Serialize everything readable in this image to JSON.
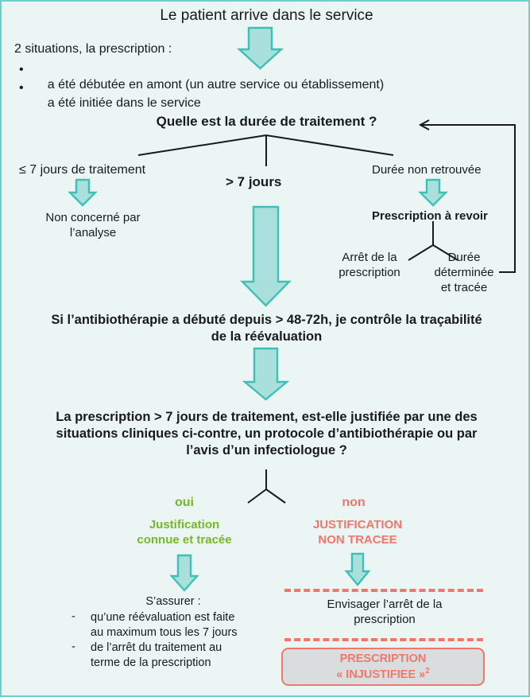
{
  "title": "Le patient arrive dans le service",
  "intro": {
    "lead": "2 situations, la prescription :",
    "bullets": [
      "a été débutée en amont (un autre service ou établissement)",
      "a été initiée dans le service"
    ],
    "bullet_glyph": "•"
  },
  "question_1": "Quelle est la durée de traitement ?",
  "branches": {
    "left_label": "≤ 7 jours de traitement",
    "left_outcome": "Non concerné par\nl’analyse",
    "middle_label": "> 7 jours",
    "right_label": "Durée non retrouvée",
    "right_outcome": "Prescription à revoir",
    "right_sub_left": "Arrêt de la\nprescription",
    "right_sub_right": "Durée\ndéterminée\net tracée"
  },
  "step_48h": "Si l’antibiothérapie a débuté depuis > 48-72h, je contrôle la traçabilité\nde la réévaluation",
  "question_2": "La prescription > 7 jours de traitement, est-elle justifiée par une des\nsituations cliniques ci-contre, un protocole d’antibiothérapie ou par\nl’avis d’un infectiologue ?",
  "yes_branch": {
    "label": "oui",
    "outcome": "Justification\nconnue et tracée",
    "action_lead": "S’assurer :",
    "action_items": [
      "qu’une réévaluation est faite\nau maximum tous les 7 jours",
      "de l’arrêt du traitement au\nterme de la prescription"
    ],
    "dash_glyph": "-"
  },
  "no_branch": {
    "label": "non",
    "outcome": "JUSTIFICATION\nNON TRACEE",
    "action": "Envisager l’arrêt de la\nprescription",
    "result_line1": "PRESCRIPTION",
    "result_line2": "« INJUSTIFIEE »",
    "result_superscript": "2"
  },
  "colors": {
    "page_background": "#EAF5F4",
    "page_border": "#6ECFCB",
    "arrow_fill": "#A9E0DC",
    "arrow_stroke": "#3FC0B6",
    "yes_green": "#76B82A",
    "no_red": "#F4766B",
    "result_box_fill": "#D9DDDD",
    "text": "#1A1A1A"
  }
}
